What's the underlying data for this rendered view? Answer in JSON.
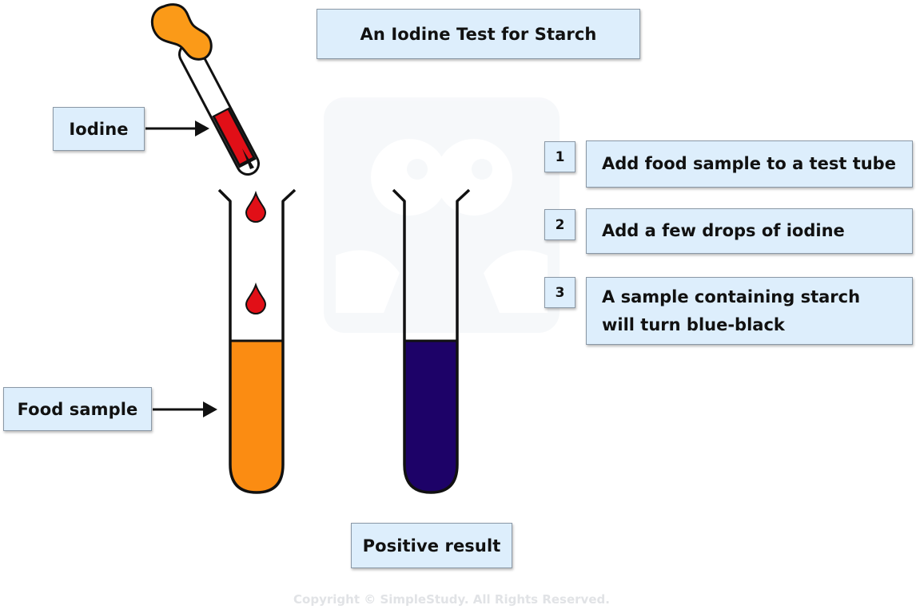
{
  "title": "An Iodine Test for Starch",
  "labels": {
    "iodine": "Iodine",
    "food_sample": "Food sample",
    "positive_result": "Positive result"
  },
  "steps": [
    {
      "number": "1",
      "text": "Add food sample to a test tube"
    },
    {
      "number": "2",
      "text": "Add a few drops of iodine"
    },
    {
      "number": "3",
      "text": "A sample containing starch will turn blue-black"
    }
  ],
  "copyright": "Copyright © SimpleStudy. All Rights Reserved.",
  "colors": {
    "label_fill": "#ddeefc",
    "food_sample": "#fb8c12",
    "iodine_drop": "#e10f17",
    "blue_black_result": "#1d0268",
    "dropper_bulb": "#fb9a18"
  }
}
